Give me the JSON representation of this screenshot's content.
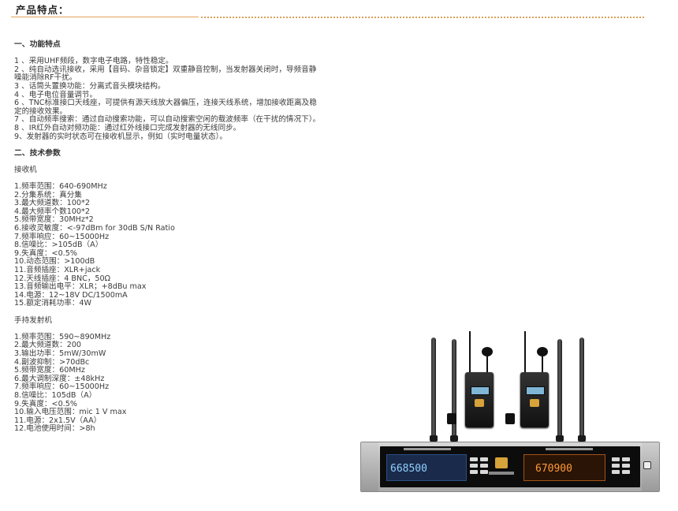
{
  "header": {
    "title": "产品特点："
  },
  "features": {
    "title": "一、功能特点",
    "items": [
      "1 、采用UHF频段，数字电子电路，特性稳定。",
      "2 、纯自动选讯接收，采用【音码、杂音锁定】双重静音控制，当发射器关闭时，导频音静噪能消除RF干扰。",
      "3 、话筒头置换功能：分离式音头模块结构。",
      "4 、电子电位音量调节。",
      "6 、TNC标准接口天线座，可提供有源天线放大器偏压，连接天线系统，增加接收距离及稳定的接收效果。",
      "7 、自动频率搜索：通过自动搜索功能，可以自动搜索空闲的载波频率（在干扰的情况下）。",
      "8 、IR红外自动对频功能：通过红外线接口完成发射器的无线同步。",
      "9、发射器的实时状态可在接收机显示，例如（实时电量状态）。"
    ]
  },
  "specs": {
    "title": "二、技术参数",
    "receiver": {
      "title": "接收机",
      "items": [
        "1.频率范围：640-690MHz",
        "2.分集系统：真分集",
        "3.最大频道数：100*2",
        "4.最大频率个数100*2",
        "5.频带宽度：30MHz*2",
        "6.接收灵敏度：<-97dBm for 30dB S/N Ratio",
        "7.频率响应：60~15000Hz",
        "8.信噪比：>105dB（A）",
        "9.失真度：<0.5%",
        "10.动态范围：>100dB",
        "11.音频插座：XLR+jack",
        "12.天线插座：4 BNC，50Ω",
        "13.音频输出电平：XLR；+8dBu max",
        "14.电源：12~18V DC/1500mA",
        "15.额定消耗功率：4W"
      ]
    },
    "transmitter": {
      "title": "手持发射机",
      "items": [
        "1.频率范围：590~890MHz",
        "2.最大频道数：200",
        "3.输出功率：5mW/30mW",
        "4.副波抑制：>70dBc",
        "5.频带宽度：60MHz",
        "6.最大调制深度：±48kHz",
        "7.频率响应：60~15000Hz",
        "8.信噪比：105dB（A）",
        "9.失真度：<0.5%",
        "10.输入电压范围：mic 1 V max",
        "11.电源：2x1.5V（AA）",
        "12.电池使用时间：>8h"
      ]
    }
  },
  "product": {
    "lcd_left": "668500",
    "lcd_right": "670900"
  }
}
